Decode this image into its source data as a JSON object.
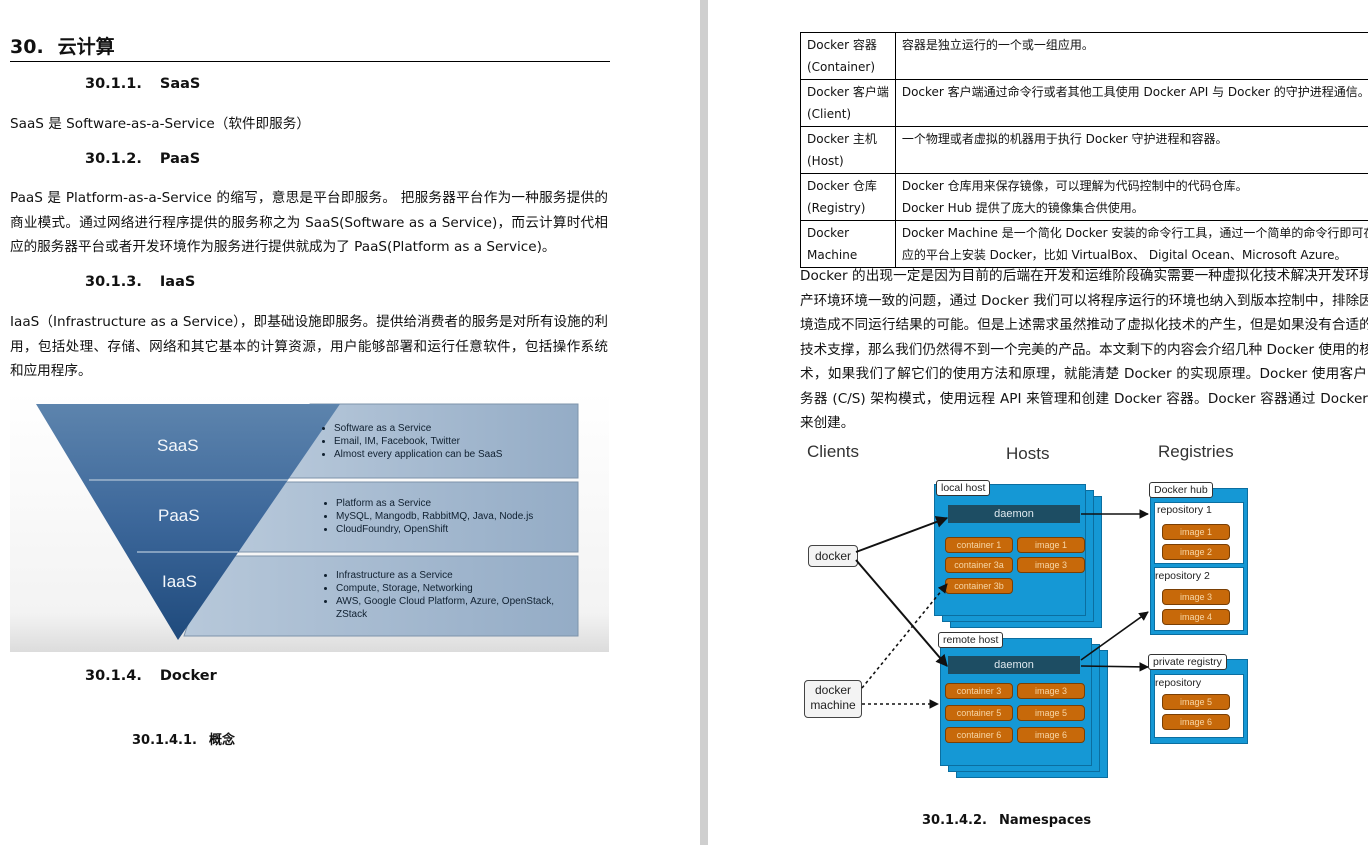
{
  "left": {
    "h1": {
      "num": "30.",
      "text": "云计算"
    },
    "saas": {
      "num": "30.1.1.",
      "title": "SaaS",
      "body": "SaaS 是 Software-as-a-Service（软件即服务）"
    },
    "paas": {
      "num": "30.1.2.",
      "title": "PaaS",
      "body": "PaaS 是 Platform-as-a-Service 的缩写，意思是平台即服务。 把服务器平台作为一种服务提供的商业模式。通过网络进行程序提供的服务称之为 SaaS(Software as a Service)，而云计算时代相应的服务器平台或者开发环境作为服务进行提供就成为了 PaaS(Platform as a Service)。"
    },
    "iaas": {
      "num": "30.1.3.",
      "title": "IaaS",
      "body": "IaaS（Infrastructure as a Service），即基础设施即服务。提供给消费者的服务是对所有设施的利用，包括处理、存储、网络和其它基本的计算资源，用户能够部署和运行任意软件，包括操作系统和应用程序。"
    },
    "pyramid": {
      "tiers": [
        {
          "label": "SaaS",
          "items": [
            "Software as a Service",
            "Email, IM, Facebook, Twitter",
            "Almost every application can be SaaS"
          ]
        },
        {
          "label": "PaaS",
          "items": [
            "Platform as a Service",
            "MySQL, Mangodb, RabbitMQ, Java, Node.js",
            "CloudFoundry,  OpenShift"
          ]
        },
        {
          "label": "IaaS",
          "items": [
            "Infrastructure as a Service",
            "Compute, Storage, Networking",
            "AWS, Google Cloud Platform, Azure, OpenStack, ZStack"
          ]
        }
      ]
    },
    "docker": {
      "num": "30.1.4.",
      "title": "Docker"
    },
    "concept": {
      "num": "30.1.4.1.",
      "title": "概念"
    }
  },
  "right": {
    "table": [
      {
        "term": [
          "Docker 容器",
          "(Container)"
        ],
        "desc": [
          "容器是独立运行的一个或一组应用。"
        ]
      },
      {
        "term": [
          "Docker 客户端",
          "(Client)"
        ],
        "desc": [
          "Docker 客户端通过命令行或者其他工具使用 Docker API 与 Docker 的守护进程通信。"
        ]
      },
      {
        "term": [
          "Docker 主机",
          "(Host)"
        ],
        "desc": [
          "一个物理或者虚拟的机器用于执行 Docker 守护进程和容器。"
        ]
      },
      {
        "term": [
          "Docker 仓库",
          "(Registry)"
        ],
        "desc": [
          "Docker 仓库用来保存镜像，可以理解为代码控制中的代码仓库。",
          "Docker Hub 提供了庞大的镜像集合供使用。"
        ]
      },
      {
        "term": [
          "Docker",
          "Machine"
        ],
        "desc": [
          "Docker Machine 是一个简化 Docker 安装的命令行工具，通过一个简单的命令行即可在",
          "应的平台上安装 Docker，比如 VirtualBox、 Digital Ocean、Microsoft Azure。"
        ]
      }
    ],
    "paragraph": "Docker 的出现一定是因为目前的后端在开发和运维阶段确实需要一种虚拟化技术解决开发环境和生产环境环境一致的问题，通过 Docker 我们可以将程序运行的环境也纳入到版本控制中，排除因为环境造成不同运行结果的可能。但是上述需求虽然推动了虚拟化技术的产生，但是如果没有合适的底层技术支撑，那么我们仍然得不到一个完美的产品。本文剩下的内容会介绍几种 Docker 使用的核心技术，如果我们了解它们的使用方法和原理，就能清楚 Docker 的实现原理。Docker 使用客户端-服务器 (C/S) 架构模式，使用远程 API 来管理和创建 Docker 容器。Docker 容器通过 Docker 镜像来创建。",
    "diagram": {
      "headers": {
        "clients": "Clients",
        "hosts": "Hosts",
        "registries": "Registries"
      },
      "clients": {
        "docker": "docker",
        "machine": [
          "docker",
          "machine"
        ]
      },
      "local_host": {
        "label": "local host",
        "daemon": "daemon",
        "pills": [
          "container 1",
          "image 1",
          "container 3a",
          "image 3",
          "container 3b"
        ]
      },
      "remote_host": {
        "label": "remote host",
        "daemon": "daemon",
        "pills": [
          "container 3",
          "image 3",
          "container 5",
          "image 5",
          "container 6",
          "image 6"
        ]
      },
      "docker_hub": {
        "label": "Docker hub",
        "repos": [
          {
            "label": "repository 1",
            "images": [
              "image 1",
              "image 2"
            ]
          },
          {
            "label": "repository 2",
            "images": [
              "image 3",
              "image 4"
            ]
          }
        ]
      },
      "private_registry": {
        "label": "private registry",
        "repo": {
          "label": "repository",
          "images": [
            "image 5",
            "image 6"
          ]
        }
      }
    },
    "namespaces": {
      "num": "30.1.4.2.",
      "title": "Namespaces"
    }
  }
}
